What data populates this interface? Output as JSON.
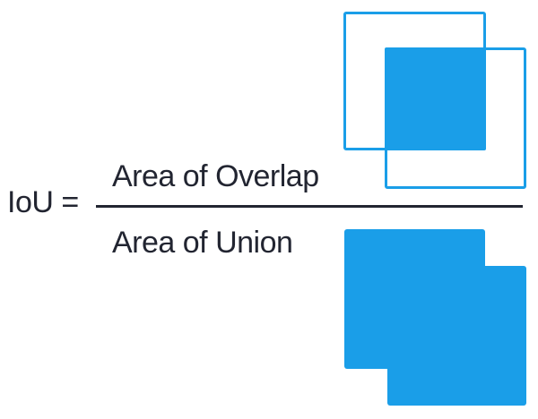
{
  "formula": {
    "lhs": "IoU =",
    "numerator": "Area of Overlap",
    "denominator": "Area of Union"
  },
  "colors": {
    "accent_blue": "#1A9EE8",
    "text_dark": "#222531",
    "fraction_line": "#222531",
    "background": "#FFFFFF"
  }
}
